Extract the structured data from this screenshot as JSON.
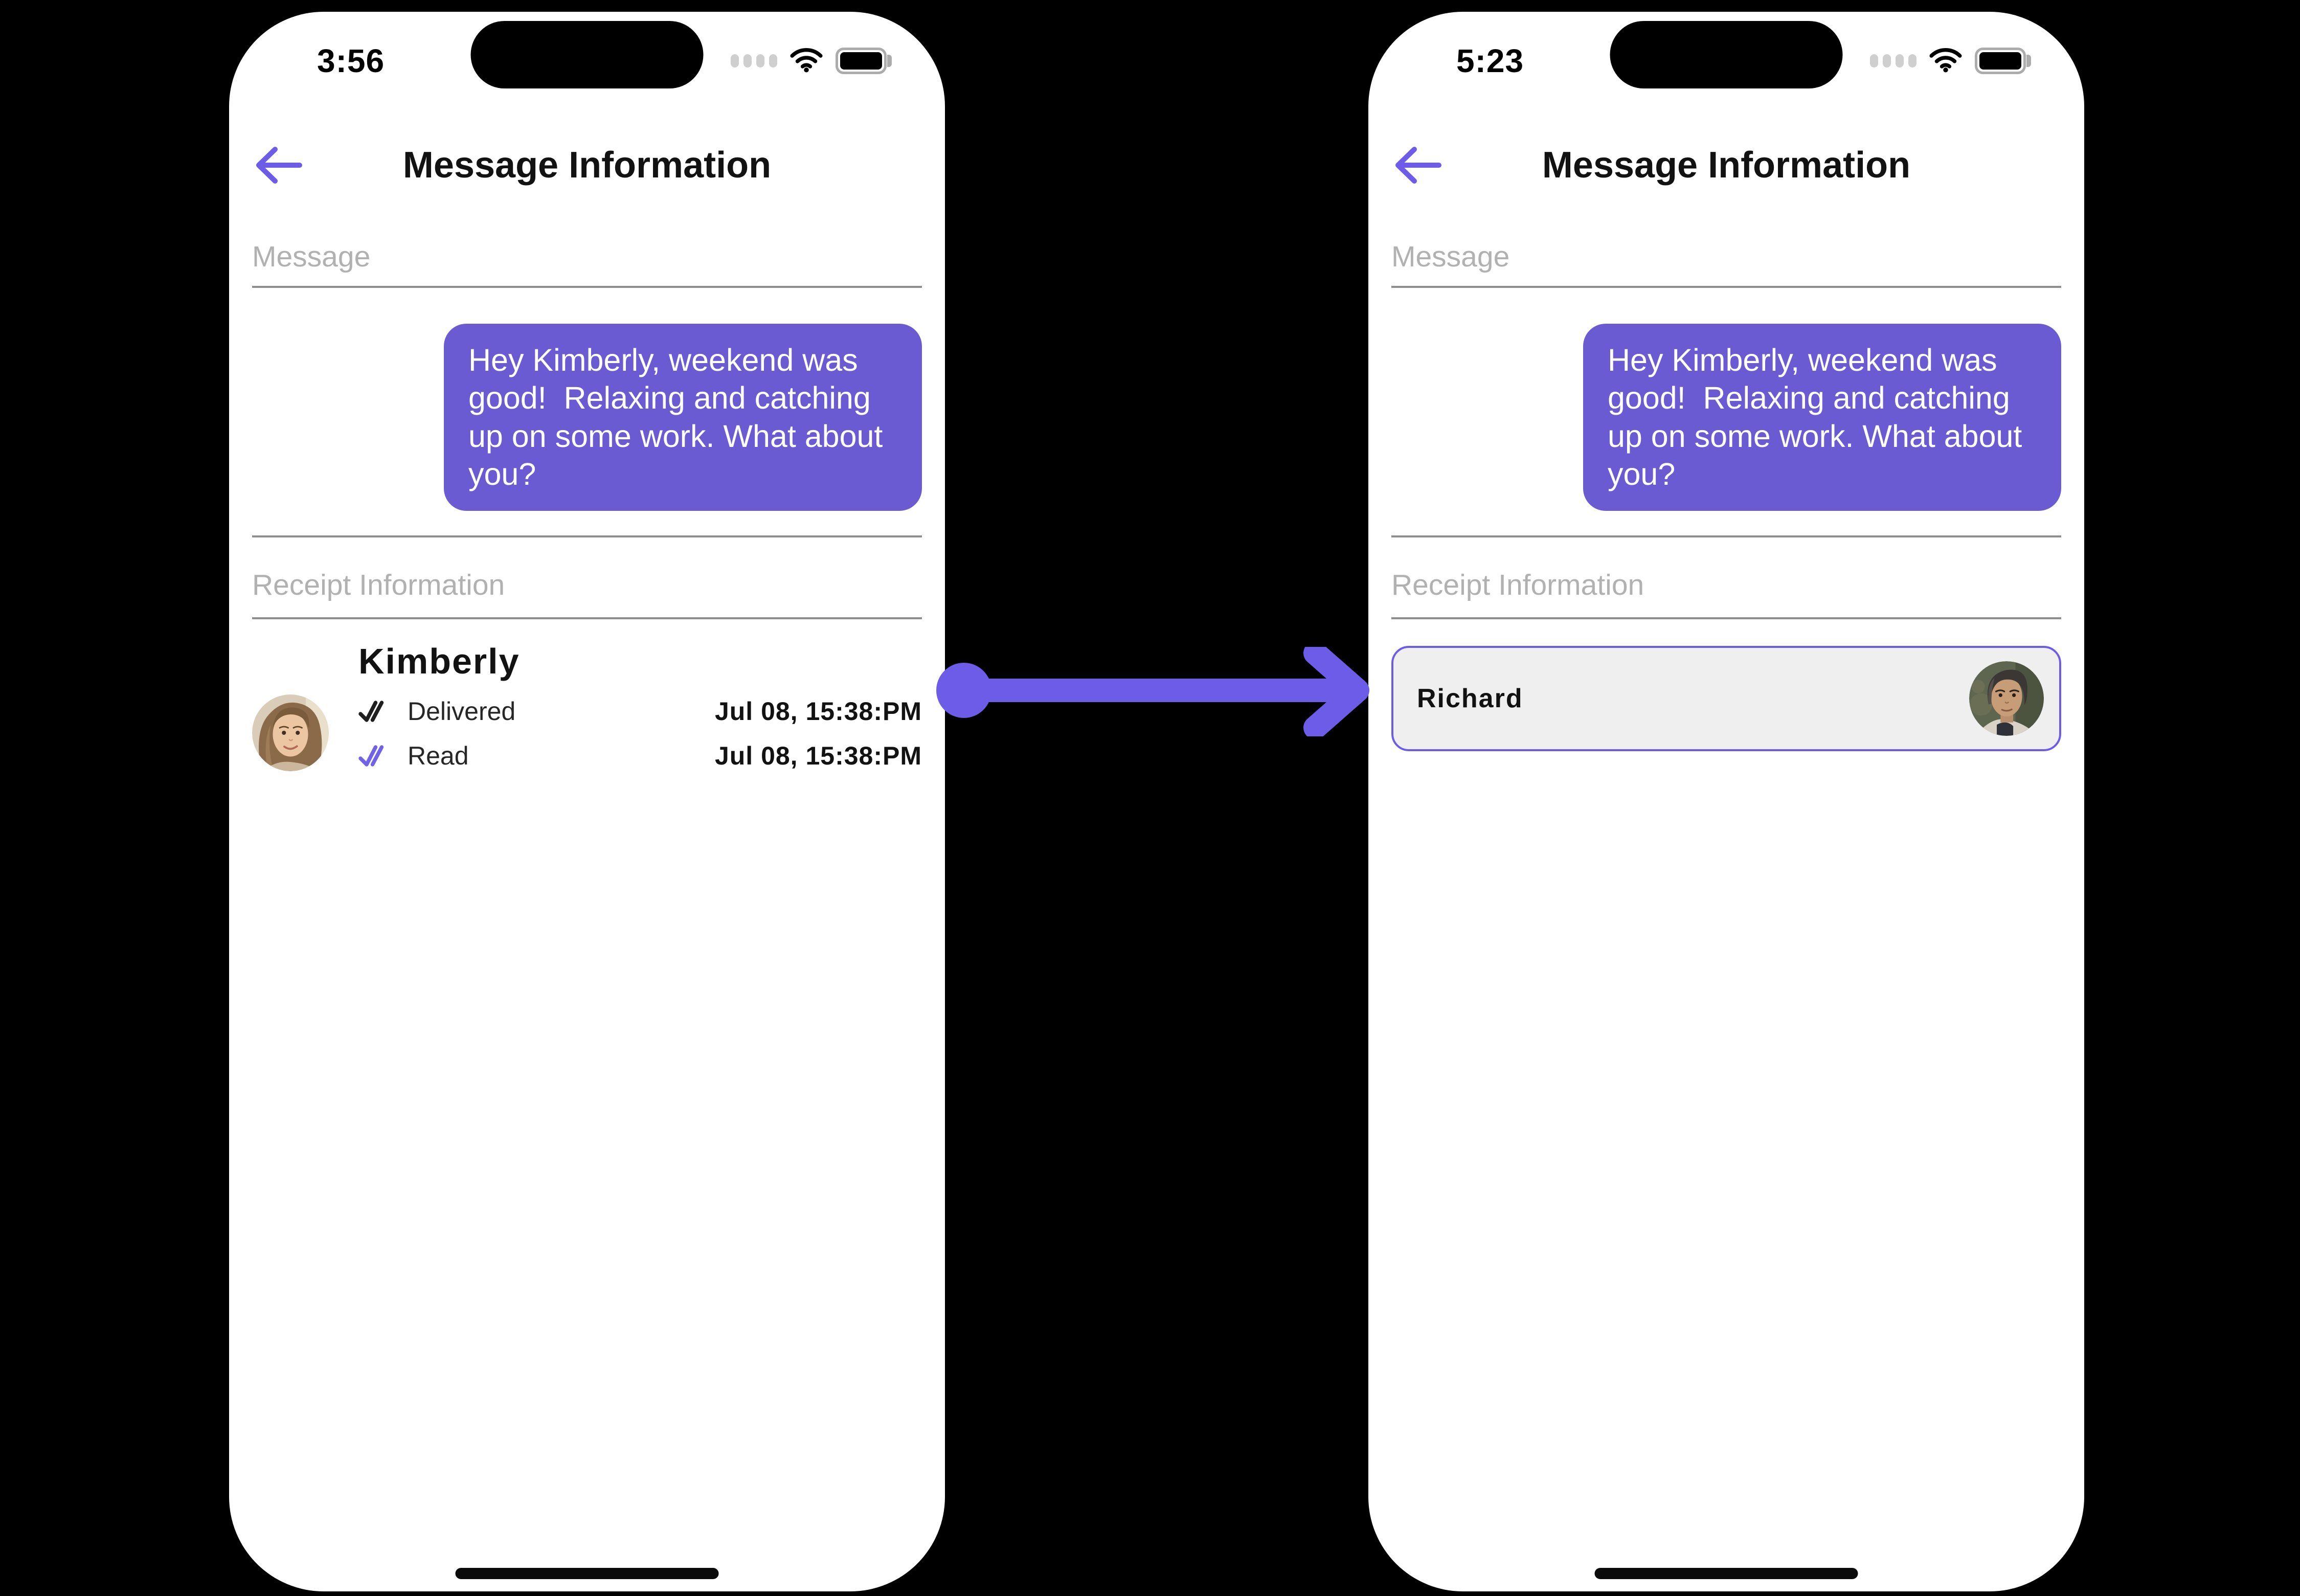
{
  "colors": {
    "accent": "#6C5CE8",
    "bubble": "#6A5BD3",
    "divider": "#8E8E8E",
    "section_label": "#B1B1B1",
    "contact_row_bg": "#EFEFEF"
  },
  "phones": {
    "left": {
      "time": "3:56",
      "title": "Message Information",
      "message_label": "Message",
      "bubble_text": "Hey Kimberly, weekend was good!  Relaxing and catching up on some work. What about you?",
      "receipt_label": "Receipt Information",
      "contact_name": "Kimberly",
      "receipts": [
        {
          "status": "Delivered",
          "timestamp": "Jul 08, 15:38:PM"
        },
        {
          "status": "Read",
          "timestamp": "Jul 08, 15:38:PM"
        }
      ]
    },
    "right": {
      "time": "5:23",
      "title": "Message Information",
      "message_label": "Message",
      "bubble_text": "Hey Kimberly, weekend was good!  Relaxing and catching up on some work. What about you?",
      "receipt_label": "Receipt Information",
      "selected_contact_name": "Richard"
    }
  }
}
